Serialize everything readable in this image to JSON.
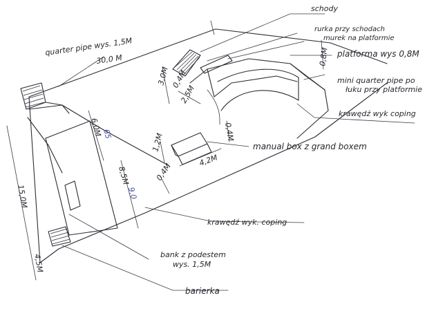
{
  "labels": {
    "schody": "schody",
    "rurka": "rurka przy schodach",
    "murek": "murek na platformie",
    "platforma": "platforma wys 0,8M",
    "mini_qp_1": "mini quarter pipe po",
    "mini_qp_2": "łuku przy platformie",
    "krawedz_top": "krawędź wyk coping",
    "manual_box": "manual box z grand boxem",
    "krawedz_bottom": "krawędź wyk. coping",
    "bank_1": "bank z podestem",
    "bank_2": "wys. 1,5M",
    "barierka": "barierka",
    "quarter_pipe_1": "quarter pipe wys. 1,5M",
    "quarter_pipe_2": "30,0 M"
  },
  "dimensions": {
    "d_08_platform": "0,8M",
    "d_30": "3,0M",
    "d_04": "0,4M",
    "d_25": "2,5M",
    "d_60": "6,0M",
    "d_60_blue": "65",
    "d_12": "1,2M",
    "d_42": "4,2M",
    "d_04_box": "0,4M",
    "d_85": "8,5M",
    "d_85_blue": "9,0",
    "d_04_low": "0,4M",
    "d_150": "15,0M",
    "d_45": "4,5M"
  }
}
